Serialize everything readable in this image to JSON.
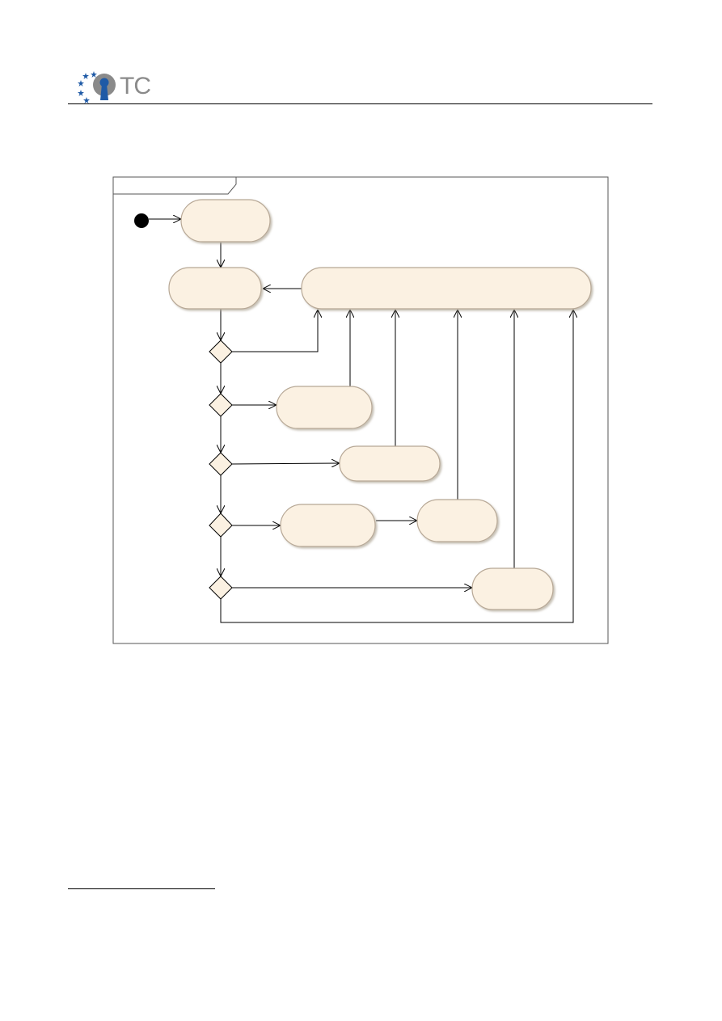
{
  "header": {
    "logo_text": "TC",
    "logo_icon": "keyhole-stars-icon"
  },
  "colors": {
    "action_fill": "#fbf1e2",
    "action_stroke": "#b7a896",
    "decision_fill": "#fbf1e2",
    "line": "#000000",
    "logo_blue": "#1f5aa6",
    "logo_gray": "#8a8a8a"
  },
  "diagram": {
    "frame_label": "",
    "actions": [
      {
        "id": "action-1",
        "label": ""
      },
      {
        "id": "action-2",
        "label": ""
      },
      {
        "id": "action-3",
        "label": ""
      },
      {
        "id": "action-4",
        "label": ""
      },
      {
        "id": "action-5",
        "label": ""
      },
      {
        "id": "action-6",
        "label": ""
      },
      {
        "id": "action-7",
        "label": ""
      },
      {
        "id": "action-8",
        "label": ""
      }
    ],
    "decisions": 5
  }
}
